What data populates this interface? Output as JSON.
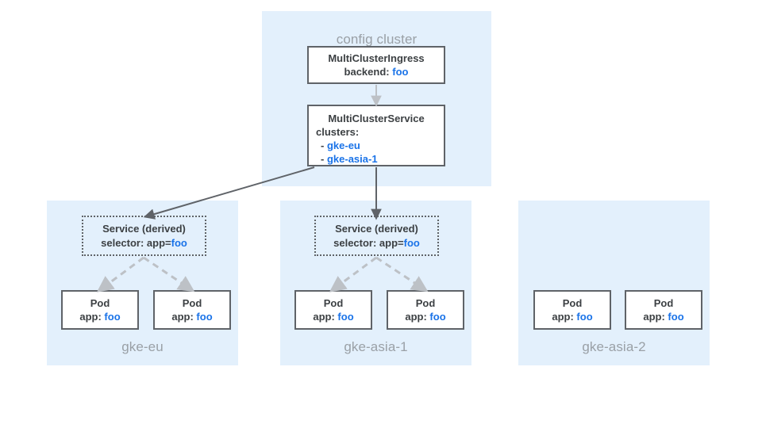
{
  "diagram": {
    "title_hidden": "",
    "colors": {
      "panel_bg": "#e3f0fc",
      "panel_label": "#9aa0a6",
      "box_border": "#5f6368",
      "text": "#3c4043",
      "accent_blue": "#1a73e8",
      "arrow_dark": "#5f6368",
      "arrow_light": "#bdc1c6"
    },
    "config_cluster": {
      "label": "config cluster",
      "mci": {
        "name": "MultiClusterIngress",
        "field_label": "backend:",
        "field_value": "foo"
      },
      "mcs": {
        "name": "MultiClusterService",
        "field_label": "clusters:",
        "items": [
          {
            "bullet": "-",
            "value": "gke-eu"
          },
          {
            "bullet": "-",
            "value": "gke-asia-1"
          }
        ]
      }
    },
    "clusters": [
      {
        "label": "gke-eu",
        "service": {
          "name": "Service (derived)",
          "selector_label": "selector: app=",
          "selector_value": "foo"
        },
        "pods": [
          {
            "name": "Pod",
            "label": "app:",
            "value": "foo"
          },
          {
            "name": "Pod",
            "label": "app:",
            "value": "foo"
          }
        ]
      },
      {
        "label": "gke-asia-1",
        "service": {
          "name": "Service (derived)",
          "selector_label": "selector: app=",
          "selector_value": "foo"
        },
        "pods": [
          {
            "name": "Pod",
            "label": "app:",
            "value": "foo"
          },
          {
            "name": "Pod",
            "label": "app:",
            "value": "foo"
          }
        ]
      },
      {
        "label": "gke-asia-2",
        "service": null,
        "pods": [
          {
            "name": "Pod",
            "label": "app:",
            "value": "foo"
          },
          {
            "name": "Pod",
            "label": "app:",
            "value": "foo"
          }
        ]
      }
    ]
  }
}
